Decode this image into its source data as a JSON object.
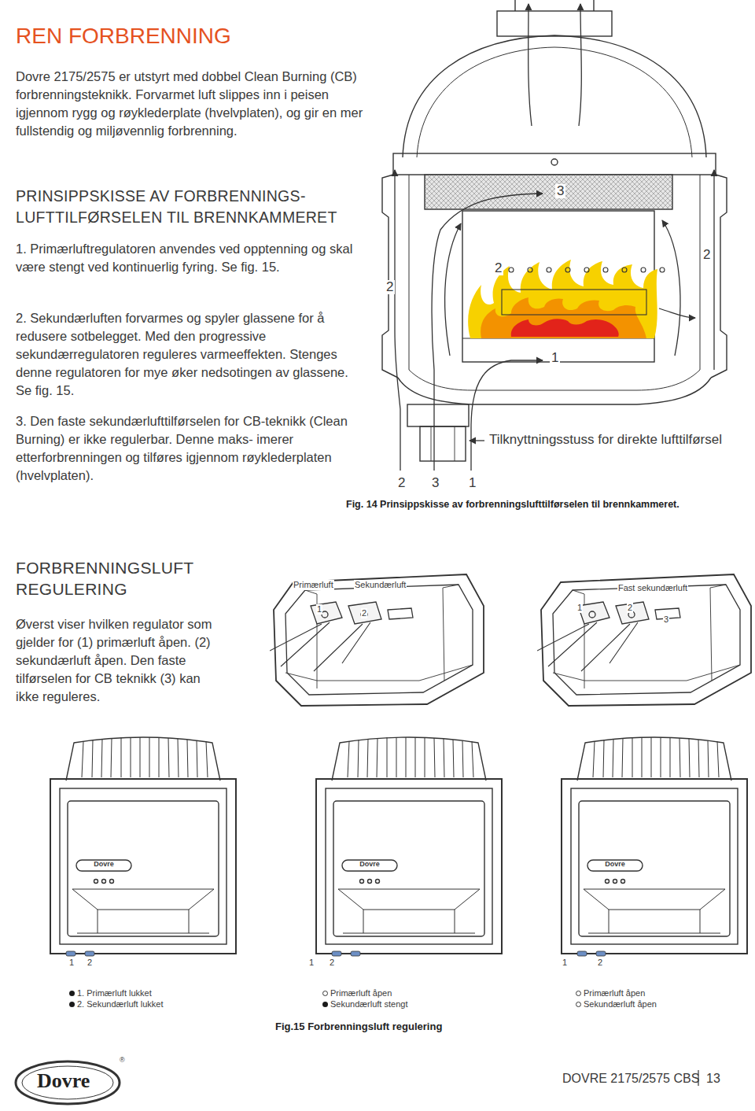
{
  "diagram": {
    "title": "REN FORBRENNING",
    "caption": "Fig. 14 Prinsippskisse av forbrenningslufttilførselen til brennkammeret.",
    "labels": [
      "Dovre 2175/2575 er utstyrt med dobbel Clean Burning (CB) forbrenningsteknikk. Forvarmet luft slippes inn i peisen igjennom rygg og røyklederplate (hvelvplaten), og gir en mer fullstendig og miljøvennlig forbrenning.",
      "PRINSIPPSKISSE AV FORBRENNINGS- LUFTTILFØRSELEN TIL BRENNKAMMERET",
      "1. Primærluftregulatoren anvendes ved opptenning og skal være stengt ved kontinuerlig fyring. Se fig. 15.",
      "2. Sekundærluften forvarmes og spyler glassene for å redusere sotbelegget. Med den progressive sekundærregulatoren reguleres varmeeffekten. Stenges denne regulatoren for mye øker nedsotingen av glassene. Se fig. 15.",
      "3. Den faste sekundærlufttilførselen for CB-teknikk (Clean Burning) er ikke regulerbar. Denne maks- imerer etterforbrenningen og tilføres igjennom røyklederplaten (hvelvplaten).",
      "3",
      "2",
      "2",
      "2",
      "1",
      "Tilknyttningsstuss for direkte lufttilførsel",
      "2",
      "3",
      "1",
      "FORBRENNINGSLUFT REGULERING",
      "Øverst viser hvilken regulator som gjelder for (1) primærluft åpen. (2) sekundærluft åpen. Den faste tilførselen for CB teknikk (3) kan ikke reguleres.",
      "Primærluft",
      "Sekundærluft",
      "1",
      "2",
      "Fast sekundærluft",
      "1",
      "2",
      "3",
      "Dovre",
      "Dovre",
      "Dovre",
      "1",
      "2",
      "1",
      "2",
      "1",
      "2",
      "Fig.15 Forbrenningsluft regulering",
      "DOVRE 2175/2575 CBS",
      "13",
      "Dovre",
      "®"
    ],
    "legend": [
      {
        "text": "1. Primærluft lukket",
        "color": "#1a1a1a"
      },
      {
        "text": "2. Sekundærluft lukket",
        "color": "#1a1a1a"
      },
      {
        "text": "Primærluft åpen"
      },
      {
        "text": "Sekundærluft stengt",
        "color": "#1a1a1a"
      },
      {
        "text": "Primærluft åpen"
      },
      {
        "text": "Sekundærluft åpen"
      }
    ]
  }
}
